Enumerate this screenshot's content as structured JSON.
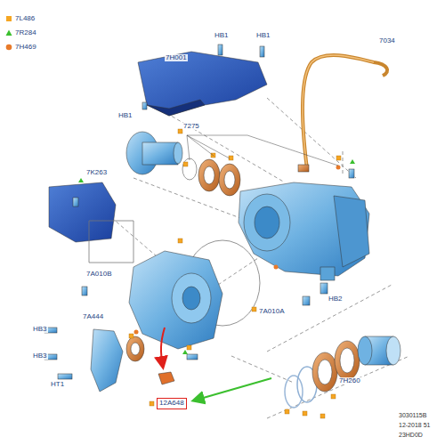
{
  "diagram": {
    "nodes": [
      {
        "text": [
          "12A648"
        ]
      }
    ],
    "labels": [
      "HB1",
      "HB1",
      "7H001",
      "7034",
      "HB1",
      "7275",
      "7K263",
      "7A010B",
      "HB2",
      "7A010A",
      "HB3",
      "7A444",
      "HB3",
      "HT1",
      "7H260",
      "3030115B",
      "12-2018 51",
      "23HD0D"
    ],
    "legend": [
      {
        "text": "7L486",
        "color": "#f5a623"
      },
      {
        "text": "7R284",
        "color": "#3bbf2e"
      },
      {
        "text": "7H469",
        "color": "#e87a2a"
      }
    ]
  }
}
